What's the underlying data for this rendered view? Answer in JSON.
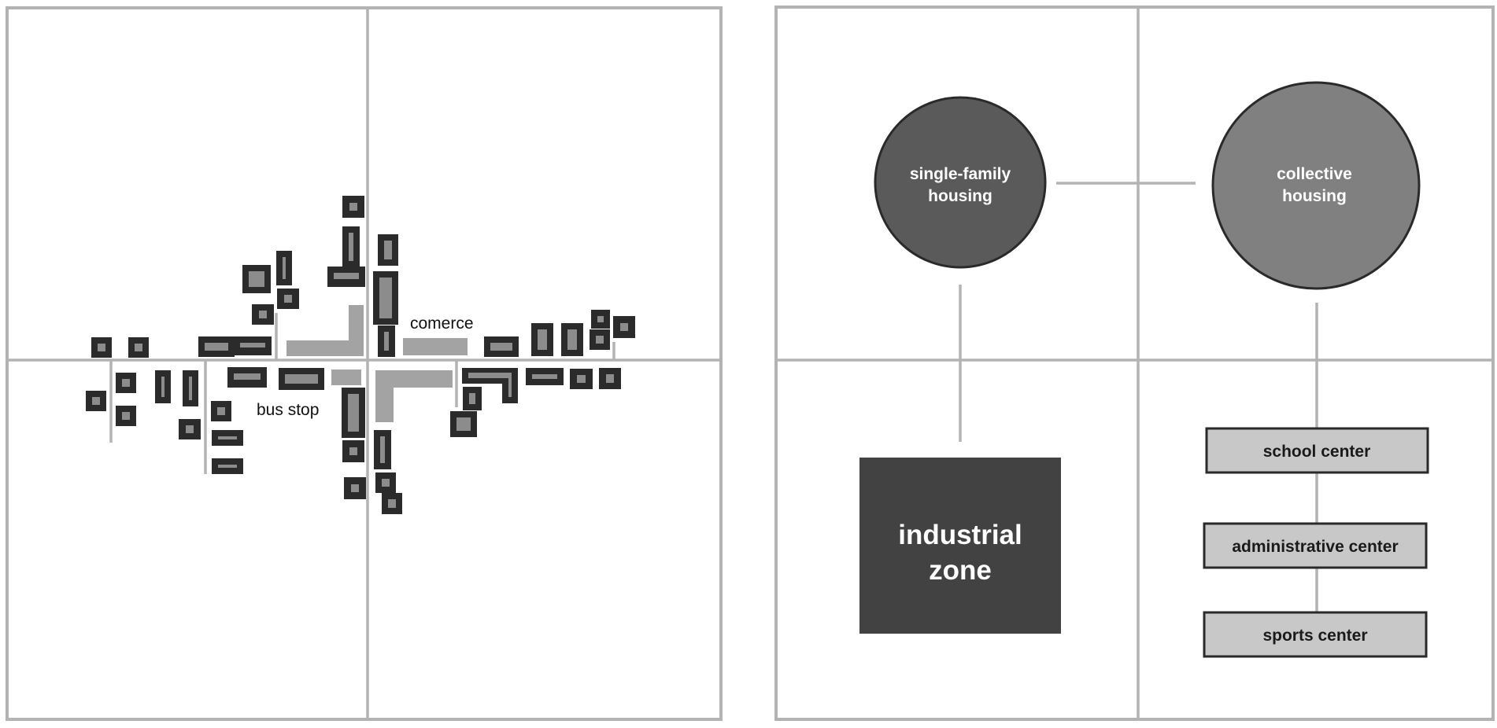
{
  "left_map": {
    "labels": {
      "comerce": "comerce",
      "bus_stop": "bus stop"
    }
  },
  "right_diagram": {
    "nodes": {
      "single_family": {
        "line1": "single-family",
        "line2": "housing",
        "color": "#5a5a5a"
      },
      "collective": {
        "line1": "collective",
        "line2": "housing",
        "color": "#808080"
      },
      "industrial": {
        "line1": "industrial",
        "line2": "zone",
        "color": "#424242"
      },
      "school": {
        "label": "school center"
      },
      "administrative": {
        "label": "administrative center"
      },
      "sports": {
        "label": "sports center"
      }
    }
  }
}
